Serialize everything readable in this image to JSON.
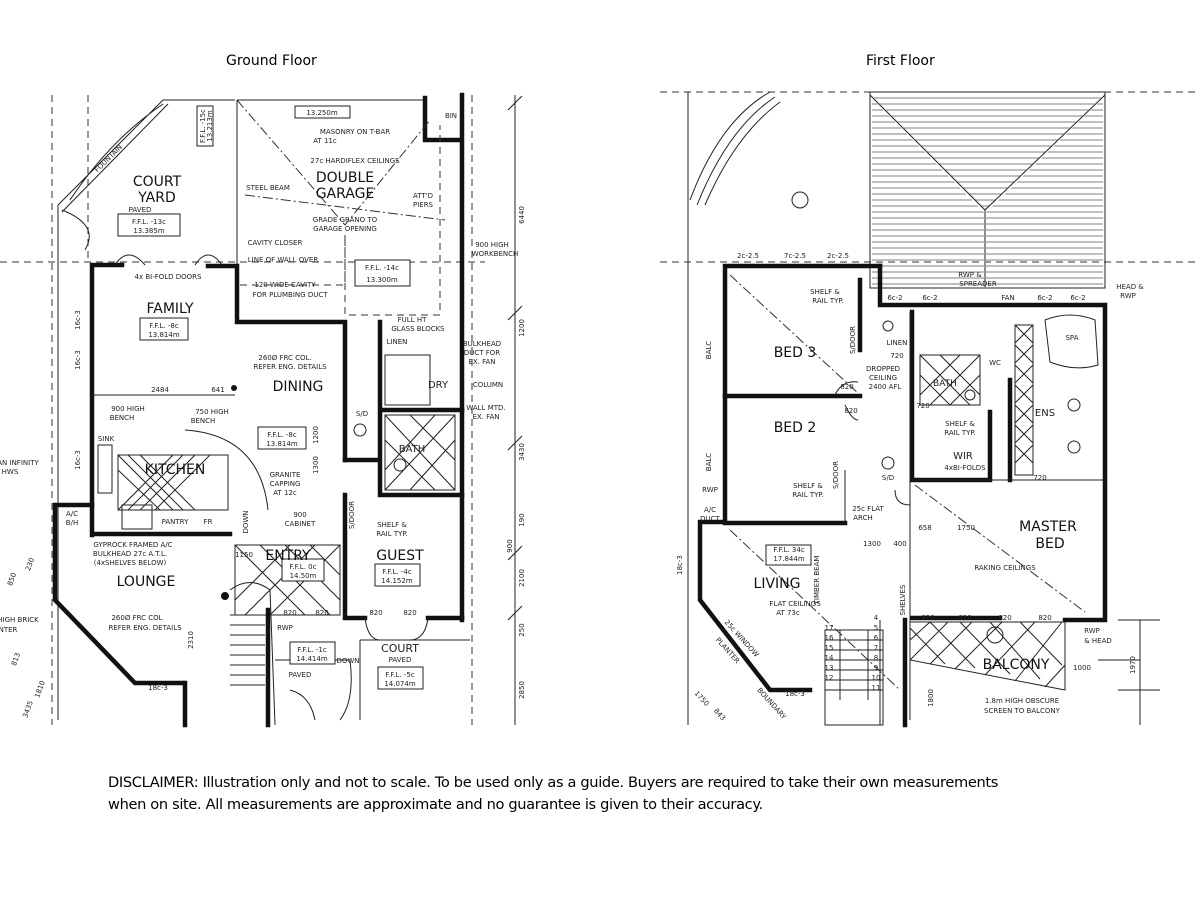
{
  "titles": {
    "ground": "Ground Floor",
    "first": "First Floor"
  },
  "disclaimer": {
    "line1": "DISCLAIMER: Illustration only and not to scale. To be used only as a guide. Buyers are required to take their own measurements",
    "line2": "when on site. All measurements are approximate and no guarantee is given to their accuracy."
  },
  "ground_floor": {
    "rooms": {
      "court_yard_1": "COURT",
      "court_yard_2": "YARD",
      "double_garage_1": "DOUBLE",
      "double_garage_2": "GARAGE",
      "family": "FAMILY",
      "dining": "DINING",
      "kitchen": "KITCHEN",
      "lounge": "LOUNGE",
      "entry": "ENTRY",
      "guest": "GUEST",
      "bath": "BATH",
      "dry": "DRY",
      "court": "COURT",
      "linen": "LINEN",
      "pantry": "PANTRY",
      "bin": "BIN"
    },
    "levels": {
      "court_yard": [
        "F.F.L. -13c",
        "13.385m"
      ],
      "garage_top": "13.250m",
      "garage": [
        "F.F.L. -14c",
        "13.300m"
      ],
      "family": [
        "F.F.L. -8c",
        "13.814m"
      ],
      "dining": [
        "F.F.L. -8c",
        "13.814m"
      ],
      "entry": [
        "F.F.L. 0c",
        "14.50m"
      ],
      "guest": [
        "F.F.L. -4c",
        "14.152m"
      ],
      "porch": [
        "F.F.L. -1c",
        "14.414m"
      ],
      "court": [
        "F.F.L. -5c",
        "14.074m"
      ],
      "side": [
        "F.F.L. -15c",
        "13.213m"
      ]
    },
    "notes": {
      "paved_1": "PAVED",
      "masonry": "MASONRY ON T-BAR",
      "masonry_2": "AT 11c",
      "hardiflex": "27c HARDIFLEX CEILINGS",
      "steel_beam": "STEEL BEAM",
      "piers_1": "ATT'D",
      "piers_2": "PIERS",
      "grade_1": "GRADE GRANO TO",
      "grade_2": "GARAGE OPENING",
      "cavity_closer": "CAVITY CLOSER",
      "line_wall": "LINE OF WALL OVER",
      "cavity_1": "120 WIDE CAVITY",
      "cavity_2": "FOR PLUMBING DUCT",
      "bifold": "4x BI-FOLD DOORS",
      "col_1": "260Ø FRC COL.",
      "col_2": "REFER ENG. DETAILS",
      "bench900_1": "900 HIGH",
      "bench900_2": "BENCH",
      "bench750_1": "750 HIGH",
      "bench750_2": "BENCH",
      "sink": "SINK",
      "granite_1": "GRANITE",
      "granite_2": "CAPPING",
      "granite_3": "AT 12c",
      "cabinet_1": "900",
      "cabinet_2": "CABINET",
      "fr": "FR",
      "ac_1": "A/C",
      "ac_2": "B/H",
      "gyprock_1": "GYPROCK FRAMED A/C",
      "gyprock_2": "BULKHEAD 27c A.T.L.",
      "gyprock_3": "(4xSHELVES BELOW)",
      "col2_1": "260Ø FRC COL",
      "col2_2": "REFER ENG. DETAILS",
      "shelf_1": "SHELF &",
      "shelf_2": "RAIL TYP.",
      "paved_2": "PAVED",
      "paved_3": "PAVED",
      "down_1": "DOWN",
      "down_2": "DOWN",
      "glass_1": "FULL HT",
      "glass_2": "GLASS BLOCKS",
      "bulkhead_1": "BULKHEAD",
      "bulkhead_2": "DUCT FOR",
      "bulkhead_3": "EX. FAN",
      "column": "COLUMN",
      "wallfan_1": "WALL MTD.",
      "wallfan_2": "EX. FAN",
      "workbench_1": "900 HIGH",
      "workbench_2": "WORKBENCH",
      "fountain": "FOUNTAIN",
      "infinity_1": "AN INFINITY",
      "infinity_2": "HWS",
      "brick_1": "HIGH BRICK",
      "brick_2": "NTER",
      "sdoor": "S/DOOR",
      "rwp": "RWP",
      "sd": "S/D"
    },
    "dims": [
      "2484",
      "641",
      "6440",
      "1200",
      "3430",
      "190",
      "2100",
      "250",
      "2850",
      "900",
      "820",
      "820",
      "820",
      "820",
      "1200",
      "1300",
      "2310",
      "1150",
      "813",
      "1810",
      "3435",
      "850",
      "230",
      "18c-3",
      "16c-3",
      "16c-3",
      "16c-3"
    ]
  },
  "first_floor": {
    "rooms": {
      "bed3": "BED 3",
      "bed2": "BED 2",
      "bath": "BATH",
      "ens": "ENS",
      "spa": "SPA",
      "wir": "WIR",
      "master_1": "MASTER",
      "master_2": "BED",
      "living": "LIVING",
      "balcony": "BALCONY",
      "linen": "LINEN",
      "balc_1": "BALC",
      "balc_2": "BALC",
      "wc": "WC"
    },
    "levels": {
      "living": [
        "F.F.L. 34c",
        "17.844m"
      ]
    },
    "notes": {
      "shelf3_1": "SHELF &",
      "shelf3_2": "RAIL TYP.",
      "dropped_1": "DROPPED",
      "dropped_2": "CEILING",
      "dropped_3": "2400 AFL",
      "shelf2_1": "SHELF &",
      "shelf2_2": "RAIL TYP.",
      "shelfw_1": "SHELF &",
      "shelfw_2": "RAIL TYP.",
      "bifolds": "4xBI-FOLDS",
      "sd": "S/D",
      "arch_1": "25c FLAT",
      "arch_2": "ARCH",
      "raking": "RAKING CEILINGS",
      "flat_1": "FLAT CEILINGS",
      "flat_2": "AT 73c",
      "timber": "TIMBER BEAM",
      "screen_1": "1.8m HIGH OBSCURE",
      "screen_2": "SCREEN TO BALCONY",
      "rwp_spreader_1": "RWP &",
      "rwp_spreader_2": "SPREADER",
      "head_rwp_1": "HEAD &",
      "head_rwp_2": "RWP",
      "rwp_head_1": "RWP",
      "rwp_head_2": "& HEAD",
      "ac_duct_1": "A/C",
      "ac_duct_2": "DUCT",
      "sdoor_1": "S/DOOR",
      "sdoor_2": "S/DOOR",
      "shelves": "SHELVES",
      "window": "25c WINDOW",
      "planter": "PLANTER",
      "boundary": "BOUNDARY",
      "fan": "FAN",
      "rwp": "RWP"
    },
    "dims": [
      "2c-2.5",
      "7c-2.5",
      "2c-2.5",
      "6c-2",
      "6c-2",
      "6c-2",
      "6c-2",
      "820",
      "820",
      "720",
      "720",
      "720",
      "658",
      "1750",
      "1300",
      "400",
      "820",
      "820",
      "820",
      "820",
      "1000",
      "1970",
      "1800",
      "1750",
      "843",
      "18c-3",
      "18c-3"
    ],
    "stair_numbers": [
      "17",
      "16",
      "15",
      "14",
      "13",
      "12",
      "4",
      "5",
      "6",
      "7",
      "8",
      "9",
      "10",
      "11"
    ]
  }
}
